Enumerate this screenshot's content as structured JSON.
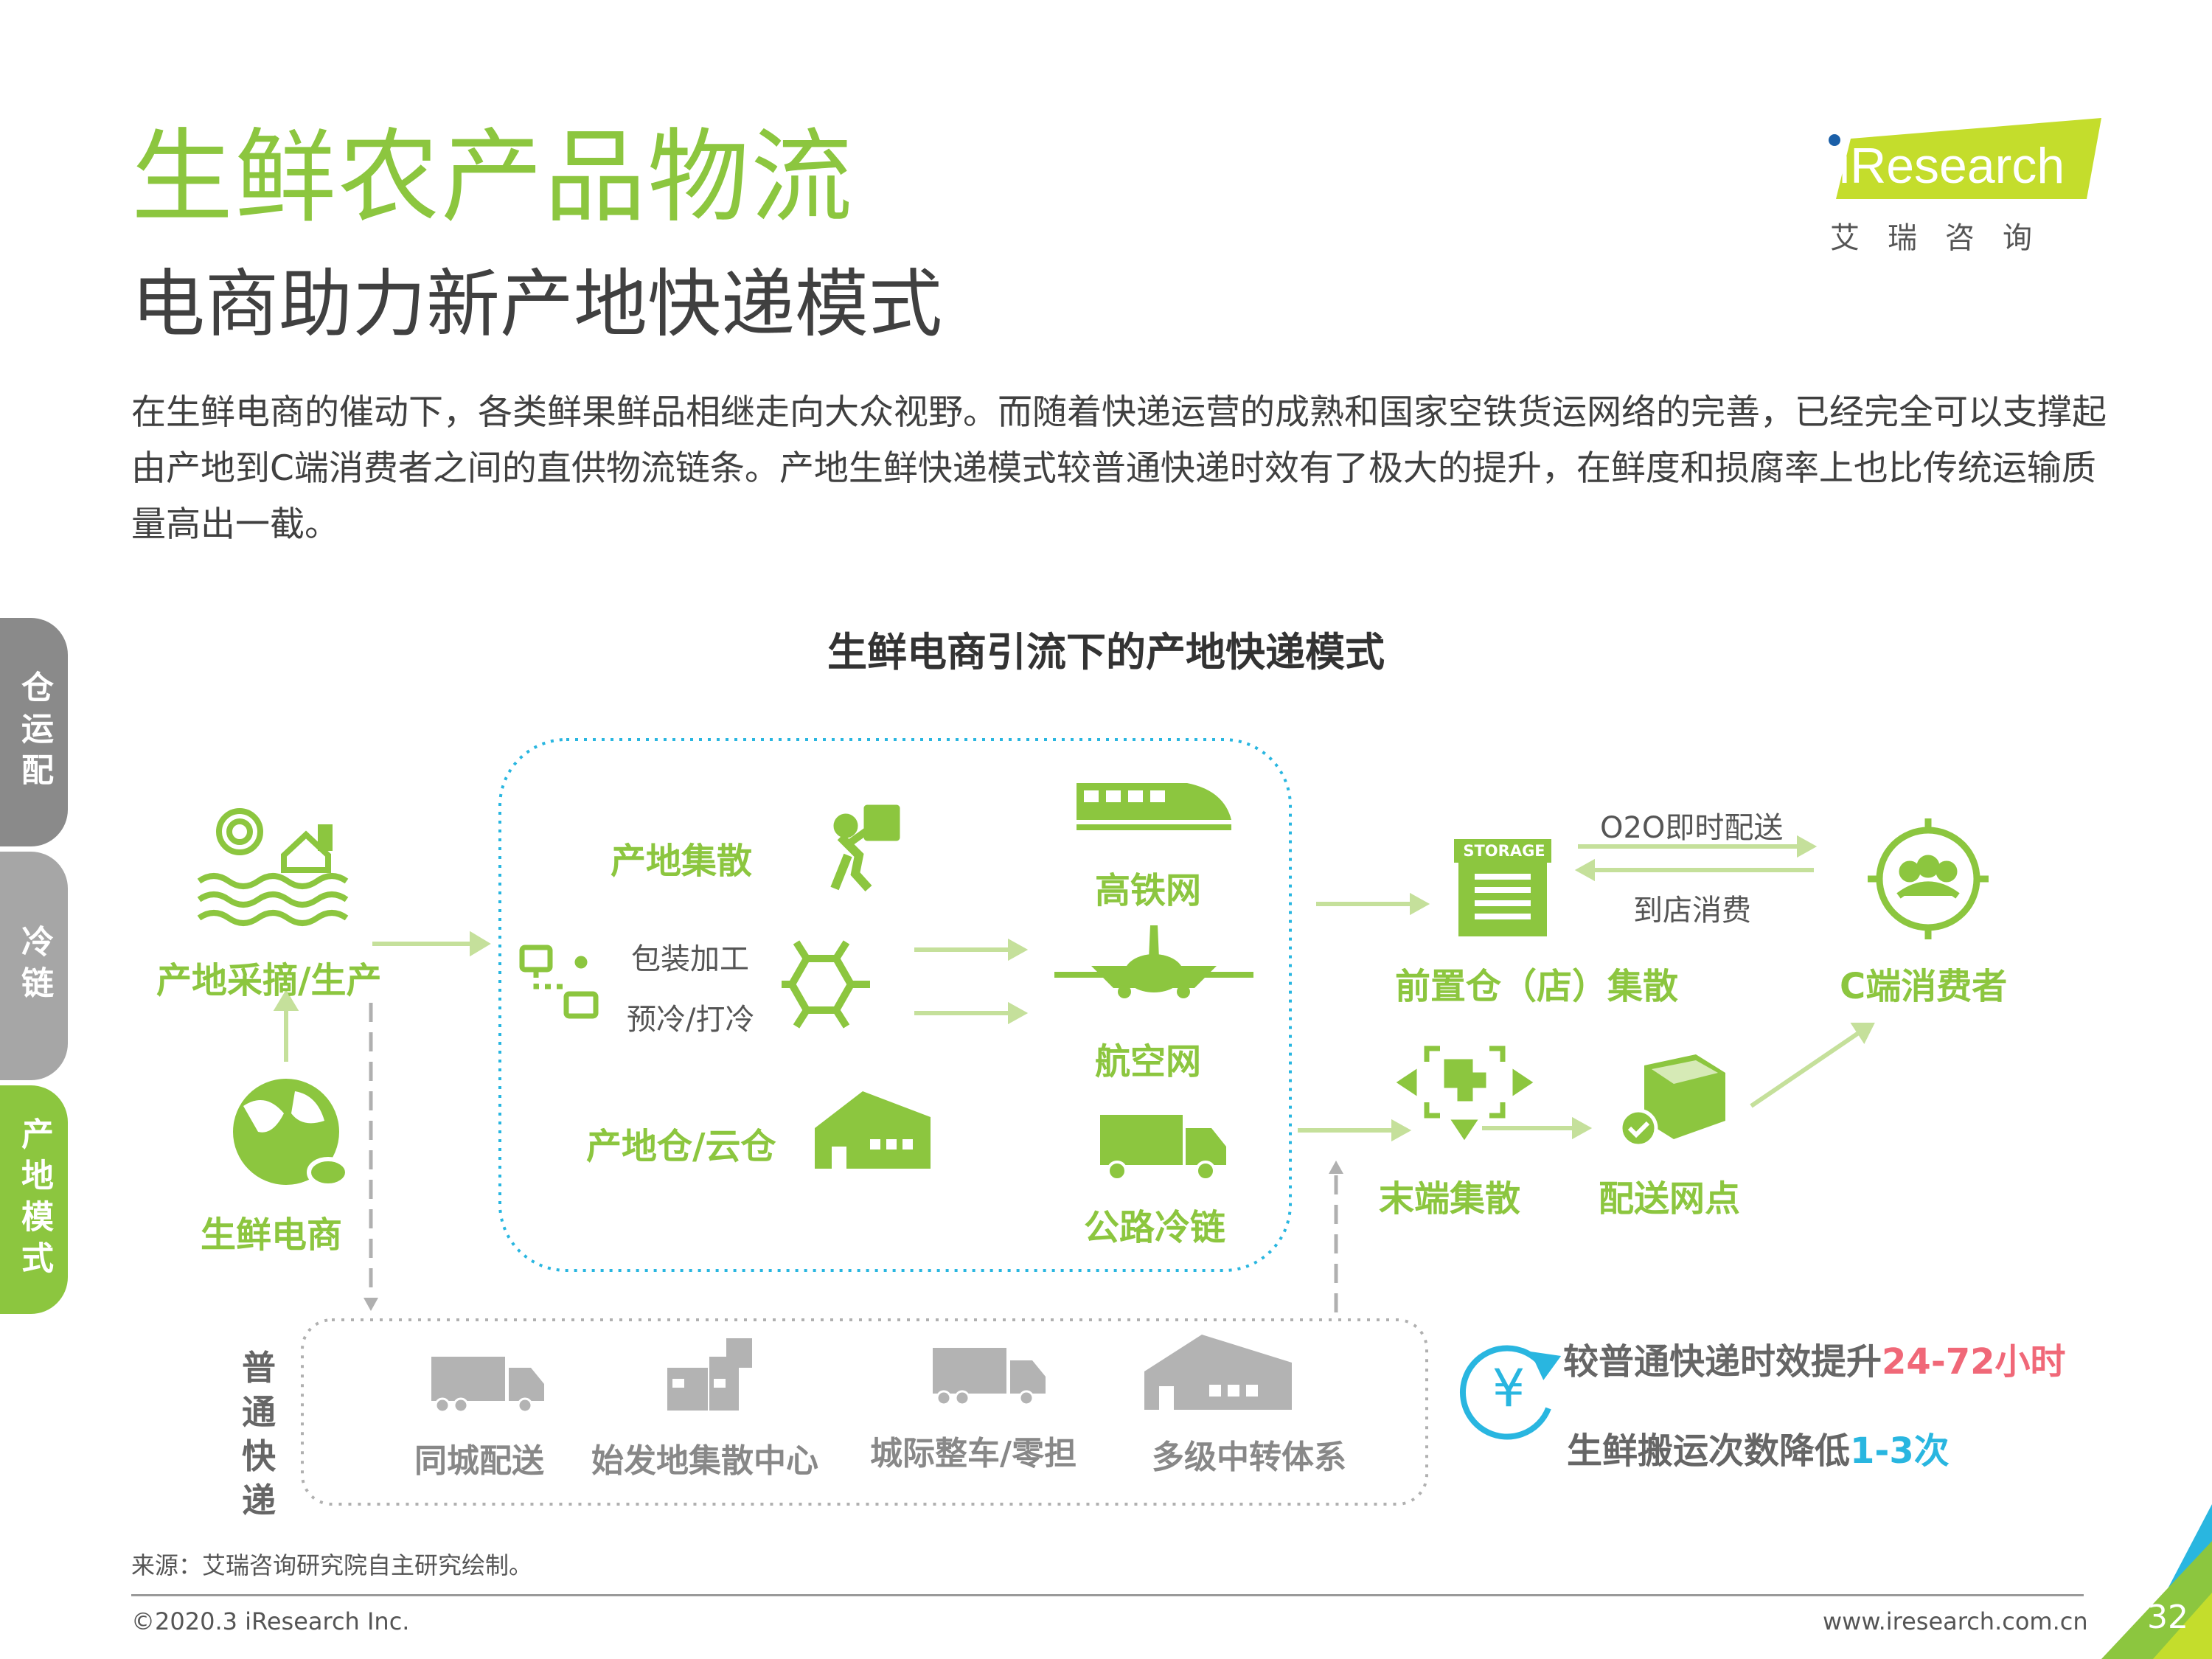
{
  "header": {
    "title": "生鲜农产品物流",
    "subtitle": "电商助力新产地快递模式",
    "intro": "在生鲜电商的催动下，各类鲜果鲜品相继走向大众视野。而随着快递运营的成熟和国家空铁货运网络的完善，已经完全可以支撑起由产地到C端消费者之间的直供物流链条。产地生鲜快递模式较普通快递时效有了极大的提升，在鲜度和损腐率上也比传统运输质量高出一截。"
  },
  "logo": {
    "brand": "iResearch",
    "cn": "艾瑞咨询",
    "color": "#c4dd2c"
  },
  "side_tabs": [
    {
      "label": "仓运配",
      "color": "#8a8a8a"
    },
    {
      "label": "冷链",
      "color": "#a6a6a6"
    },
    {
      "label": "产地模式",
      "color": "#8cc63f"
    }
  ],
  "diagram": {
    "title": "生鲜电商引流下的产地快递模式",
    "origin": "产地采摘/生产",
    "ecommerce": "生鲜电商",
    "hub": {
      "collect": "产地集散",
      "packaging": "包装加工",
      "precool": "预冷/打冷",
      "warehouse": "产地仓/云仓"
    },
    "transport": {
      "rail": "高铁网",
      "air": "航空网",
      "road": "公路冷链"
    },
    "front_warehouse": "前置仓（店）集散",
    "storage_sign": "STORAGE",
    "o2o": "O2O即时配送",
    "instore": "到店消费",
    "consumer": "C端消费者",
    "last_mile": "末端集散",
    "delivery_point": "配送网点",
    "normal_express": {
      "label": "普通快递",
      "steps": [
        "同城配送",
        "始发地集散中心",
        "城际整车/零担",
        "多级中转体系"
      ]
    },
    "stats": {
      "line1_prefix": "较普通快递时效提升",
      "line1_value": "24-72小时",
      "line2_prefix": "生鲜搬运次数降低",
      "line2_value": "1-3次",
      "currency": "¥"
    }
  },
  "colors": {
    "green": "#8cc63f",
    "light_green": "#c5e09b",
    "cyan": "#29b6e0",
    "pink": "#f06878",
    "blue": "#29b6e0",
    "gray": "#999999"
  },
  "footer": {
    "source": "来源：艾瑞咨询研究院自主研究绘制。",
    "copyright": "©2020.3 iResearch Inc.",
    "website": "www.iresearch.com.cn",
    "page": "32"
  }
}
